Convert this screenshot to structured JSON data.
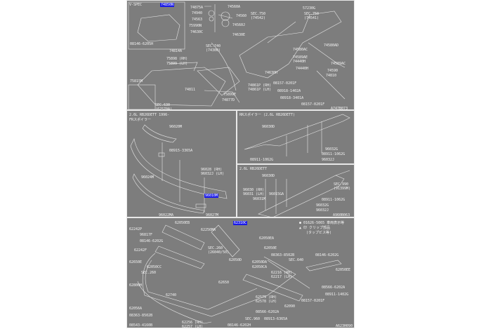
{
  "top": {
    "inset_title": "V-SPEC",
    "highlight": "74850N",
    "code": "A747B073",
    "labels": [
      "74875A",
      "74940",
      "74563",
      "75990N",
      "74630C",
      "74560A",
      "74560",
      "74560J",
      "74630E",
      "57230G",
      "SEC.750 (74542)",
      "SEC.750 (74541)",
      "SEC.740 (74300)",
      "74814A",
      "75898 (RH)",
      "75899 (LH)",
      "74811",
      "75899E",
      "74877D",
      "74630H",
      "74580AD",
      "74580AC",
      "74589AE",
      "74440H",
      "74440H",
      "74580AC",
      "74589AC",
      "74590",
      "74810",
      "74861P (RH)",
      "74861P (LH)",
      "08157-0201F",
      "08918-1402A",
      "08918-3401A",
      "08157-0201F",
      "75815M",
      "SEC.630 (62570A)",
      "08146-6205H"
    ]
  },
  "mid_left": {
    "title": "2.6L RB26DETT 1996-",
    "subtitle": "FRスポイラー",
    "highlight": "96010M",
    "labels": [
      "96020M",
      "08915-3365A",
      "96028 (RH)",
      "96032J (LH)",
      "96024M",
      "96022MA",
      "96027M"
    ]
  },
  "mid_right_a": {
    "title": "RRスポイラー (2.6L RB26DETT)",
    "labels": [
      "96030D",
      "96032G",
      "08911-1062G",
      "96032J",
      "08911-1062G"
    ]
  },
  "mid_right_b": {
    "title": "2.6L RB26DETT",
    "code": "A960B063",
    "labels": [
      "96030D",
      "96030 (RH)",
      "96031 (LH)",
      "96015GA",
      "96031M",
      "SEC.990 (91399M)",
      "08911-1062G",
      "96032G",
      "96032J"
    ]
  },
  "bottom": {
    "highlight": "62310C",
    "note1": "● 01626-5065 車両表示等",
    "note2": "▲ 印 クリップ部品",
    "note3": "(タップビス等)",
    "code": "A623H090",
    "labels": [
      "62050EB",
      "62242P",
      "96817F",
      "62256MA",
      "08146-6202G",
      "62050EA",
      "62242F",
      "62050E",
      "SEC.260 (26040/50)",
      "08363-8502B",
      "08146-6202G",
      "62650E",
      "62050CC",
      "62050D",
      "62050DA",
      "62050CA",
      "SEC.640",
      "62050EE",
      "SEC.260",
      "62650",
      "62800H",
      "62740",
      "62216 (RH)",
      "62217 (LH)",
      "08566-6202A",
      "08911-1402G",
      "62090",
      "08157-0201F",
      "62056A",
      "08363-8502B",
      "08543-4160B",
      "62256 (RH)",
      "62257 (LH)",
      "08146-6202H",
      "SEC.960",
      "08913-6365A",
      "08566-6202A",
      "62579 (RH)",
      "62578 (LH)"
    ]
  }
}
